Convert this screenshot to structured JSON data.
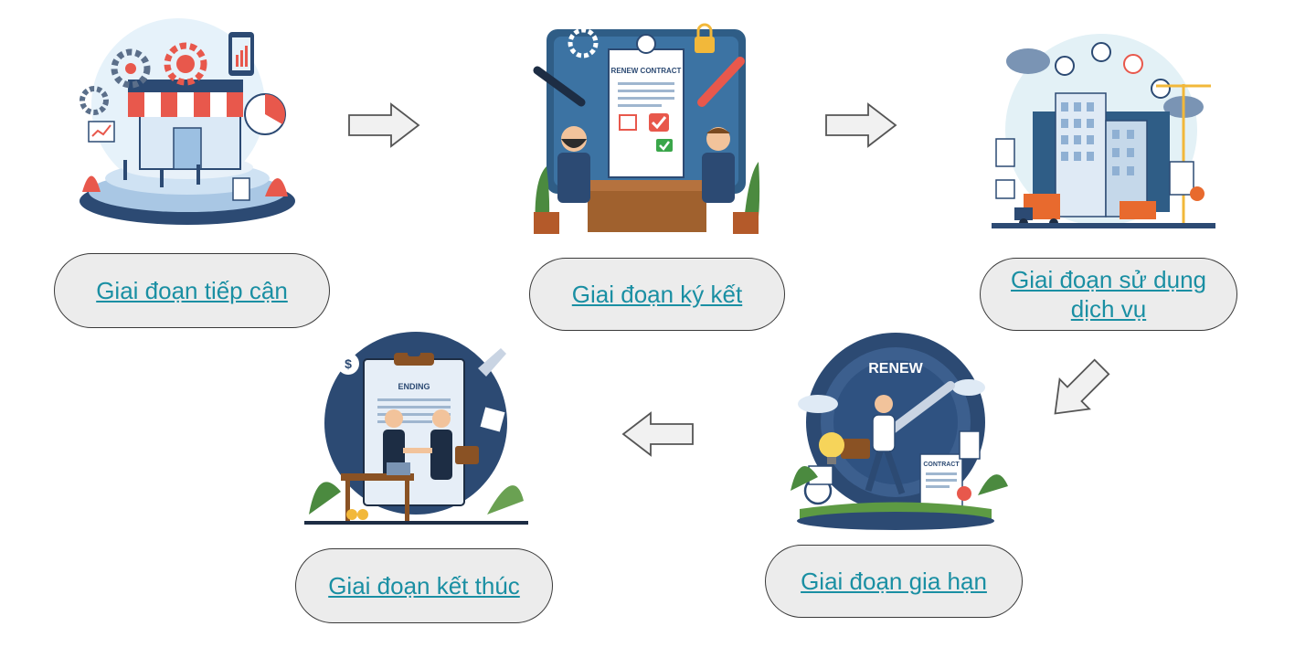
{
  "colors": {
    "link": "#1a8fa3",
    "pill_fill": "#ececec",
    "pill_border": "#3a3a3a",
    "arrow_fill": "#f1f1f1",
    "arrow_stroke": "#555555",
    "navy": "#2c4a73",
    "accent_red": "#e8584c",
    "accent_green": "#3aa64a"
  },
  "stages": [
    {
      "label": "Giai đoạn tiếp cận",
      "icon": "storefront-illustration"
    },
    {
      "label": "Giai đoạn ký kết",
      "icon": "contract-signing-illustration"
    },
    {
      "label": "Giai đoạn sử dụng dịch vụ",
      "icon": "city-services-illustration"
    },
    {
      "label": "Giai đoạn gia hạn",
      "icon": "renewal-illustration"
    },
    {
      "label": "Giai đoạn kết thúc",
      "icon": "contract-ending-illustration"
    }
  ],
  "illustration_text": {
    "contract_doc": "RENEW CONTRACT",
    "renew_banner": "RENEW",
    "renew_doc": "CONTRACT",
    "ending_doc": "ENDING"
  }
}
